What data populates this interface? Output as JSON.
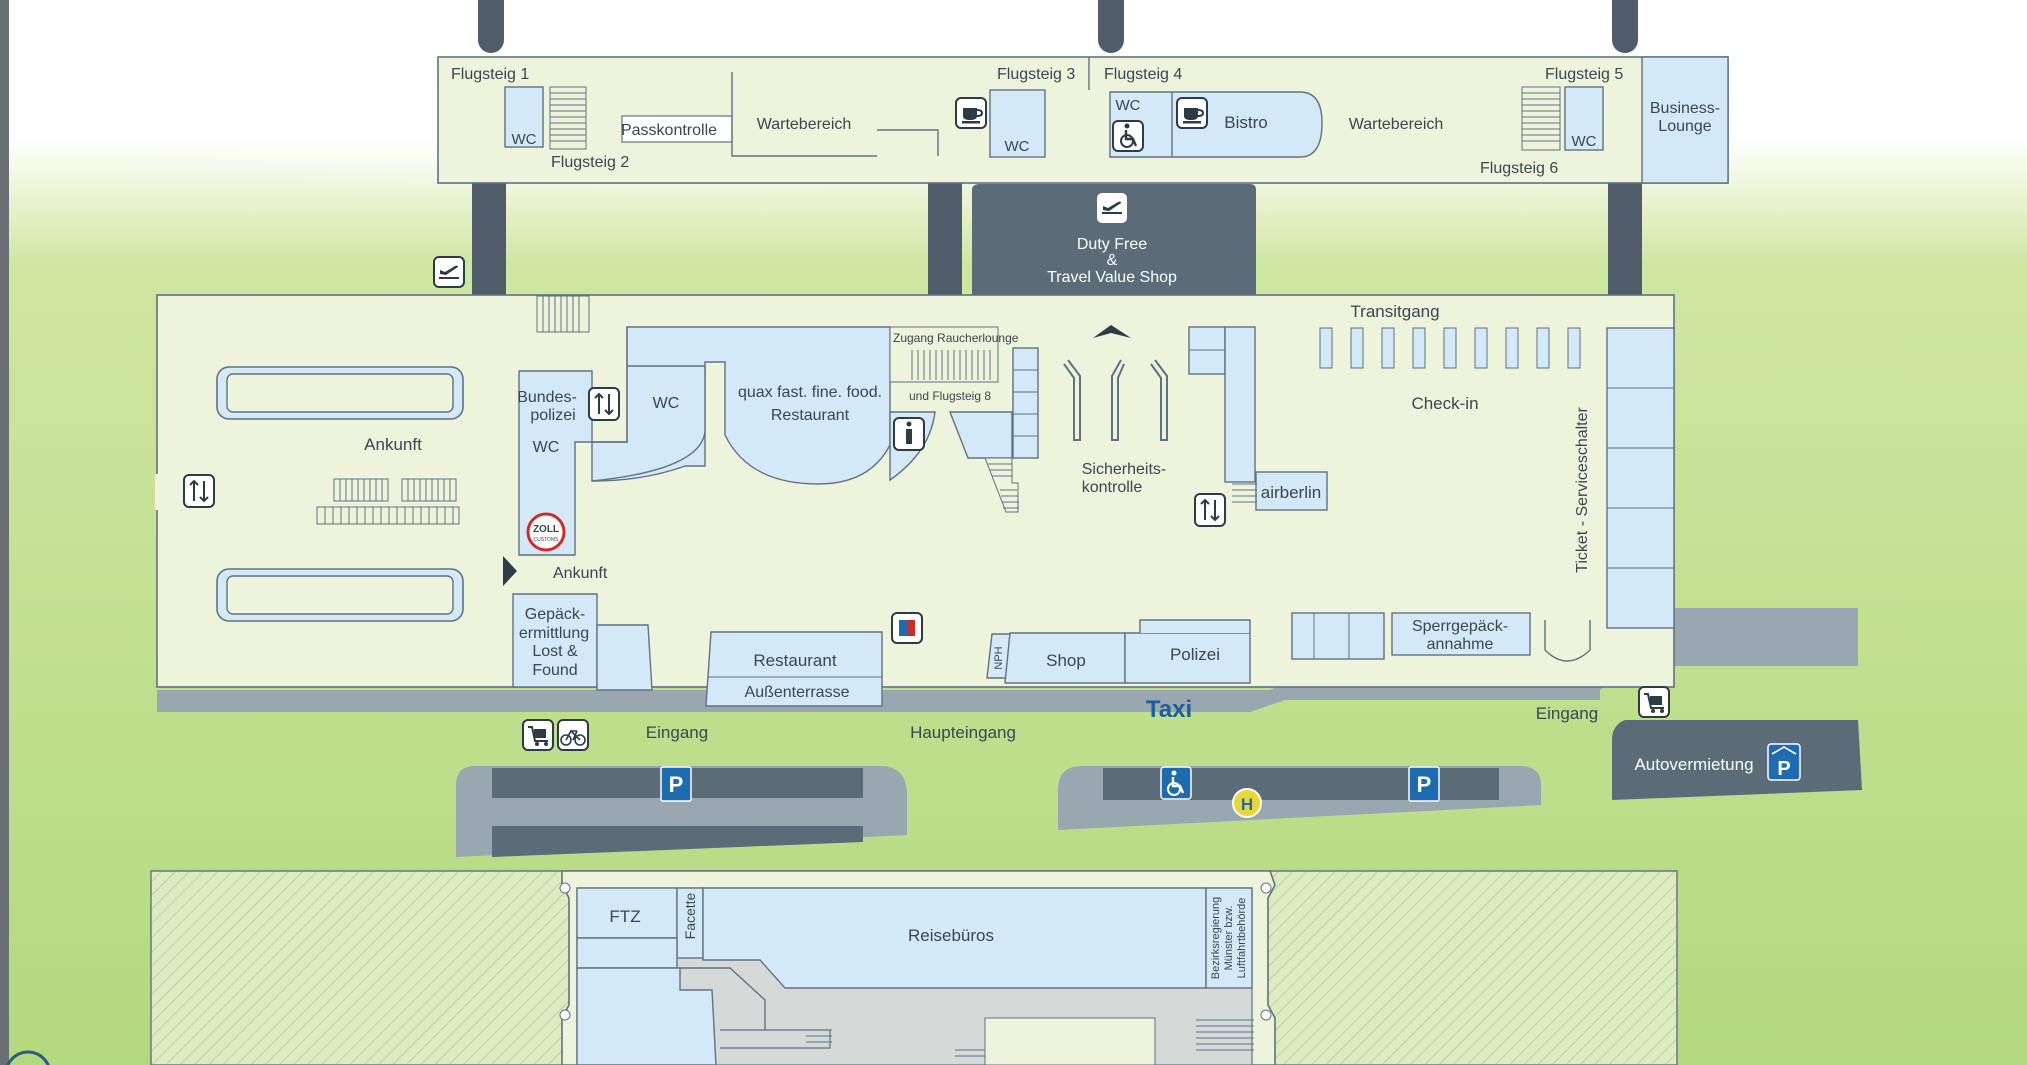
{
  "pier": {
    "gate1": "Flugsteig 1",
    "gate2": "Flugsteig 2",
    "gate3": "Flugsteig 3",
    "gate4": "Flugsteig 4",
    "gate5": "Flugsteig 5",
    "gate6": "Flugsteig 6",
    "wc": "WC",
    "passport": "Passkontrolle",
    "waiting": "Wartebereich",
    "bistro": "Bistro",
    "lounge": [
      "Business-",
      "Lounge"
    ]
  },
  "dutyfree": [
    "Duty Free",
    "&",
    "Travel Value Shop"
  ],
  "terminal": {
    "transit": "Transitgang",
    "arrivals": "Ankunft",
    "police_fed": [
      "Bundes-",
      "polizei"
    ],
    "wc": "WC",
    "restaurant_quax": [
      "quax fast. fine. food.",
      "Restaurant"
    ],
    "smoker_lounge": "Zugang Raucherlounge",
    "gate8": "und Flugsteig 8",
    "security": [
      "Sicherheits-",
      "kontrolle"
    ],
    "airberlin": "airberlin",
    "checkin": "Check-in",
    "ticket": "Ticket - Serviceschalter",
    "baggage": [
      "Gepäck-",
      "ermittlung",
      "Lost &",
      "Found"
    ],
    "restaurant": "Restaurant",
    "terrace": "Außenterrasse",
    "nph": "NPH",
    "shop": "Shop",
    "police": "Polizei",
    "bulky": [
      "Sperrgepäck-",
      "annahme"
    ],
    "zoll": [
      "ZOLL",
      "CUSTOMS"
    ]
  },
  "outside": {
    "taxi": "Taxi",
    "entrance_left": "Eingang",
    "main_entrance": "Haupteingang",
    "entrance_right": "Eingang",
    "car_rental": "Autovermietung",
    "parking": "P",
    "bus_stop": "H"
  },
  "lower": {
    "ftz": "FTZ",
    "facette": "Facette",
    "travel": "Reisebüros",
    "authority": [
      "Bezirksregierung",
      "Münster bzw.",
      "Luftfahrtbehörde"
    ]
  },
  "icons": [
    "departure-icon",
    "coffee-icon",
    "wheelchair-icon",
    "elevator-icon",
    "info-icon",
    "customs-icon",
    "atm-icon",
    "luggage-cart-icon",
    "bicycle-icon",
    "parking-icon",
    "bus-stop-icon"
  ],
  "colors": {
    "room": "#d3e9f7",
    "floor": "#eef4dc",
    "road": "#9aa6b0",
    "dark": "#5b6b77",
    "taxi": "#1a5fa0",
    "parking": "#1f6bb0",
    "bus": "#e7d83a"
  }
}
